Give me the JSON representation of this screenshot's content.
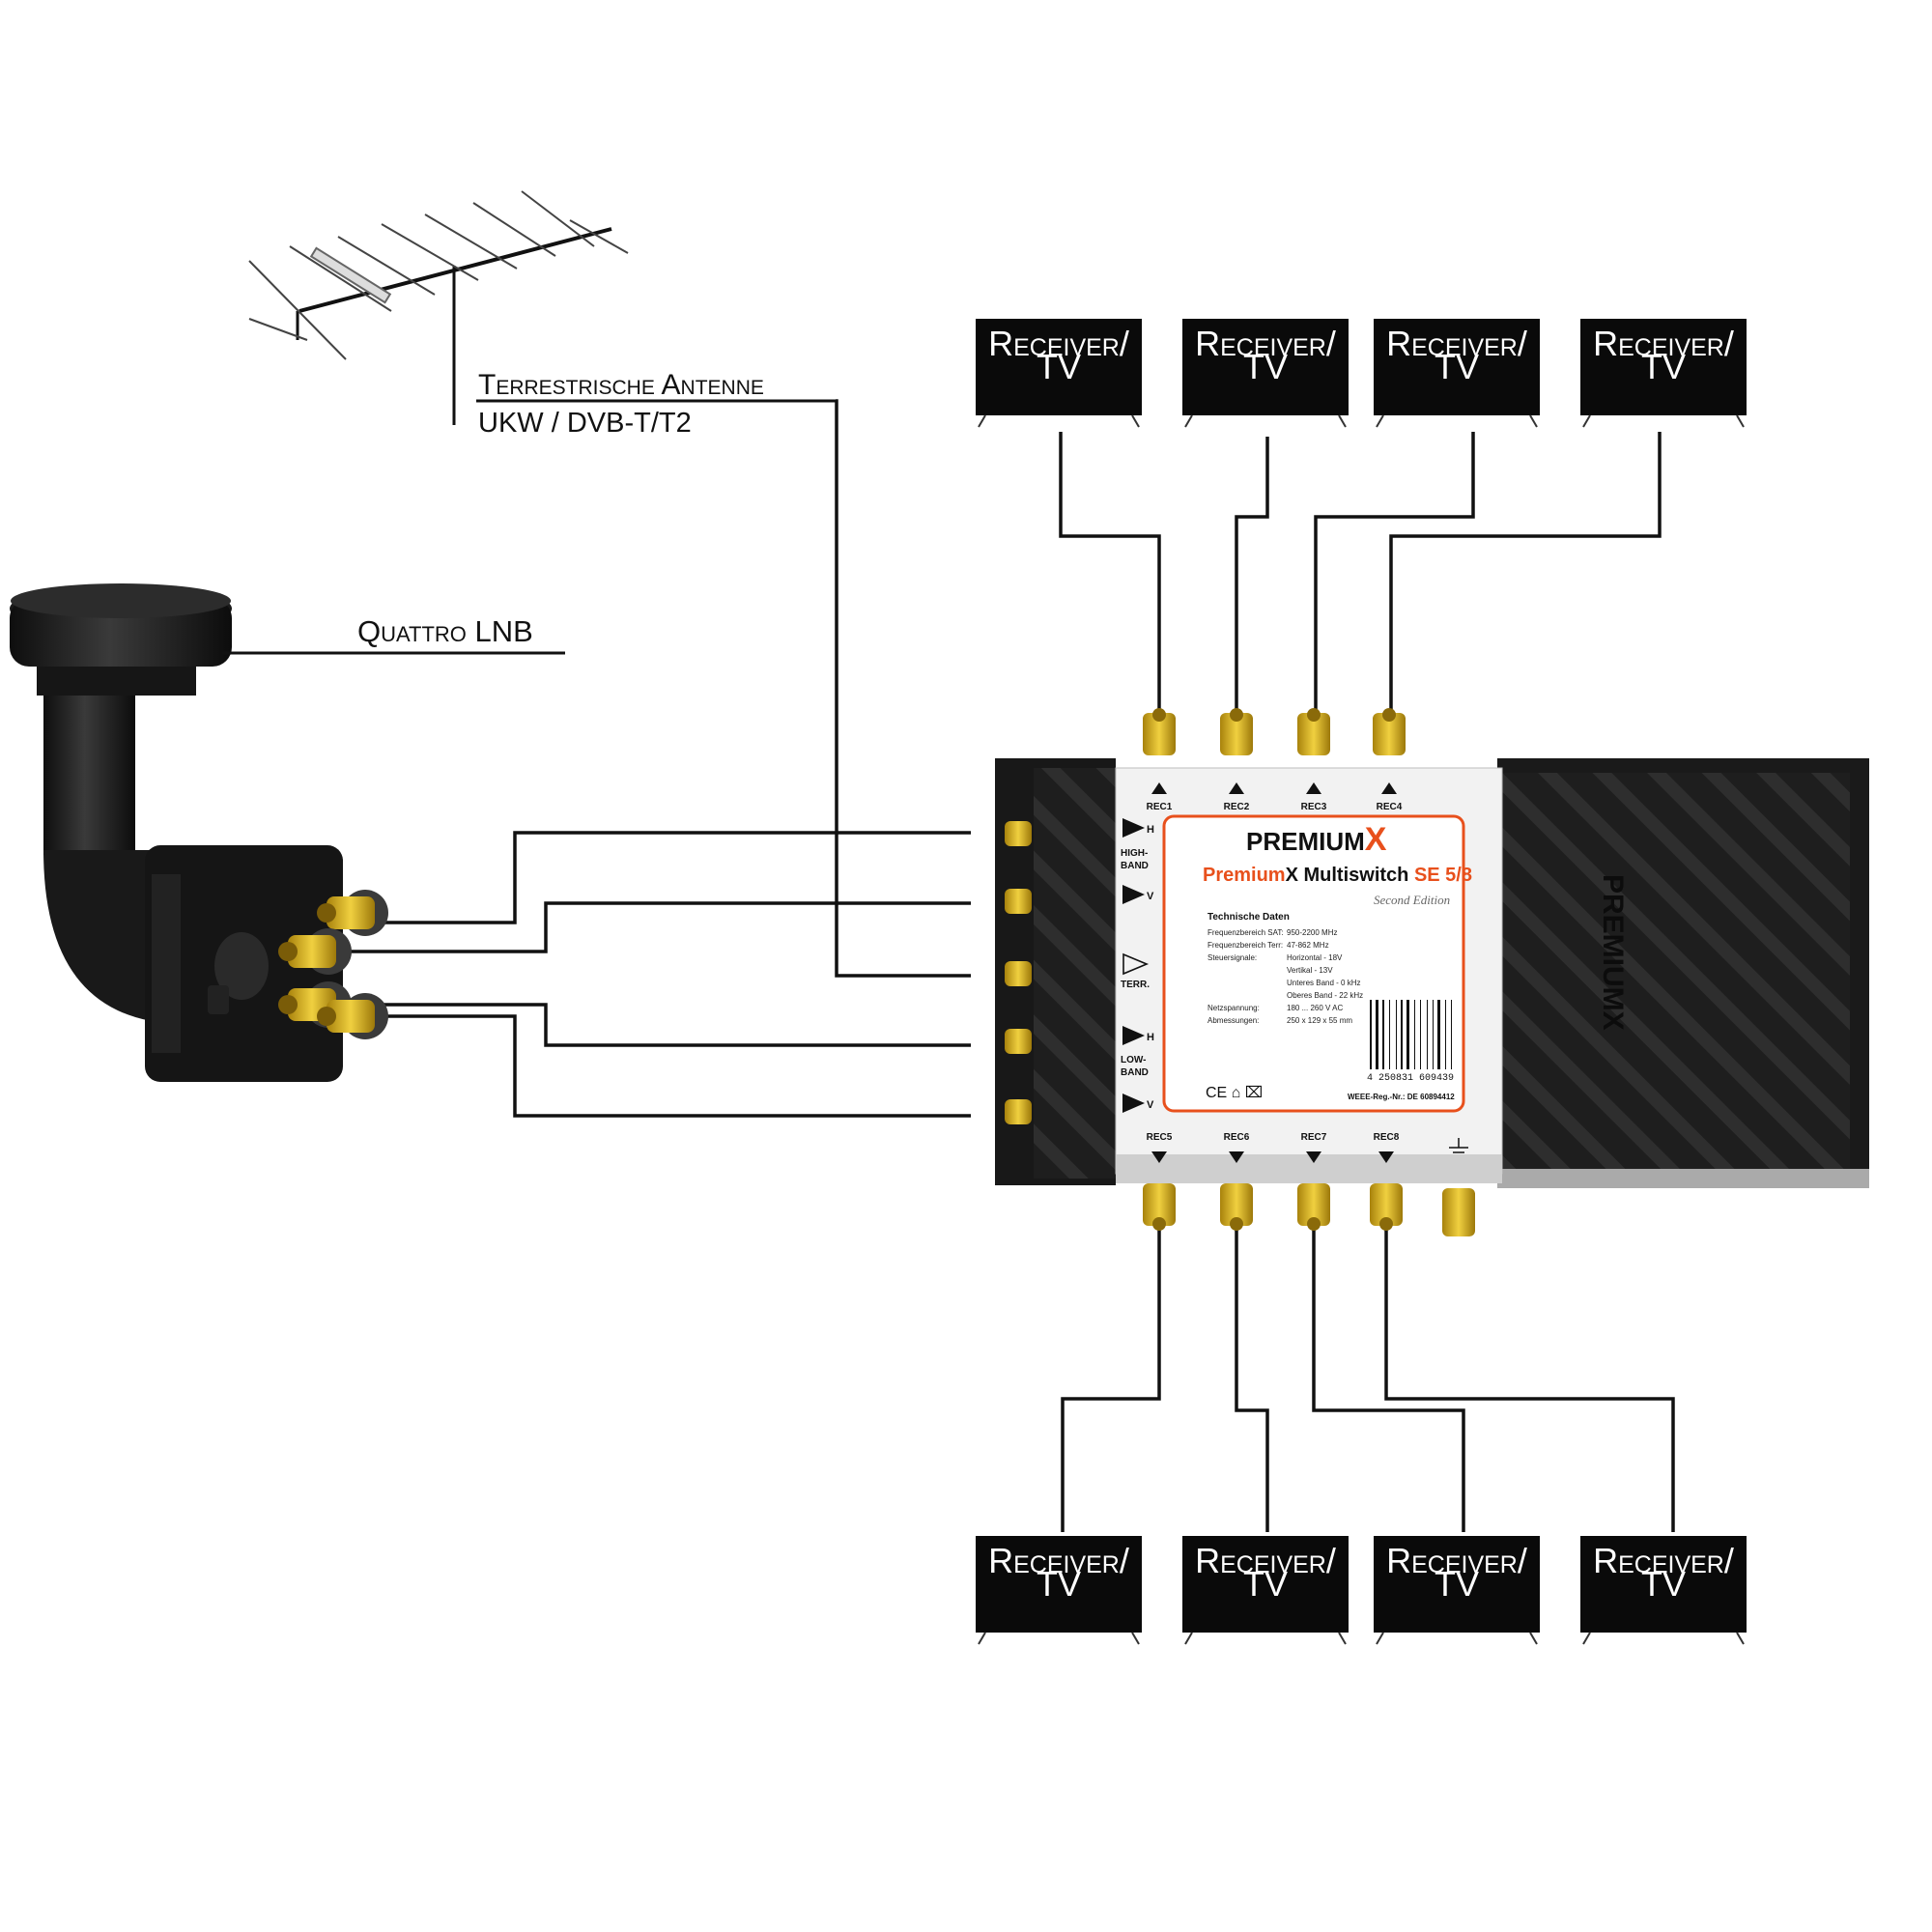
{
  "labels": {
    "antenna_line1": "Terrestrische Antenne",
    "antenna_line2": "UKW / DVB-T/T2",
    "lnb": "Quattro LNB"
  },
  "tv": {
    "line1": "Receiver/",
    "line2": "TV"
  },
  "switch": {
    "brand": "PREMIUM",
    "brand_x": "X",
    "model_a": "Premium",
    "model_b": "X Multiswitch ",
    "model_c": "SE 5/8",
    "edition": "Second Edition",
    "tech_title": "Technische Daten",
    "specs": [
      {
        "k": "Frequenzbereich SAT:",
        "v": "950-2200 MHz"
      },
      {
        "k": "Frequenzbereich Terr:",
        "v": "47-862 MHz"
      },
      {
        "k": "Steuersignale:",
        "v": "Horizontal - 18V"
      },
      {
        "k": "",
        "v": "Vertikal - 13V"
      },
      {
        "k": "",
        "v": "Unteres Band - 0 kHz"
      },
      {
        "k": "",
        "v": "Oberes Band - 22 kHz"
      },
      {
        "k": "Netzspannung:",
        "v": "180 ... 260 V AC"
      },
      {
        "k": "Abmessungen:",
        "v": "250 x 129 x 55 mm"
      }
    ],
    "barcode": "4 250831 609439",
    "weee": "WEEE-Reg.-Nr.: DE 60894412",
    "inputs": {
      "high_band": "HIGH-\nBAND",
      "high_band_1": "HIGH-",
      "high_band_2": "BAND",
      "low_band_1": "LOW-",
      "low_band_2": "BAND",
      "terr": "TERR.",
      "h": "H",
      "v": "V"
    },
    "rec_top": [
      "REC1",
      "REC2",
      "REC3",
      "REC4"
    ],
    "rec_bottom": [
      "REC5",
      "REC6",
      "REC7",
      "REC8"
    ],
    "side_brand": "PREMIUMX",
    "colors": {
      "accent": "#e8501c",
      "gold": "#d8b020",
      "body": "#1c1c1c",
      "panel": "#f2f2f2"
    }
  }
}
